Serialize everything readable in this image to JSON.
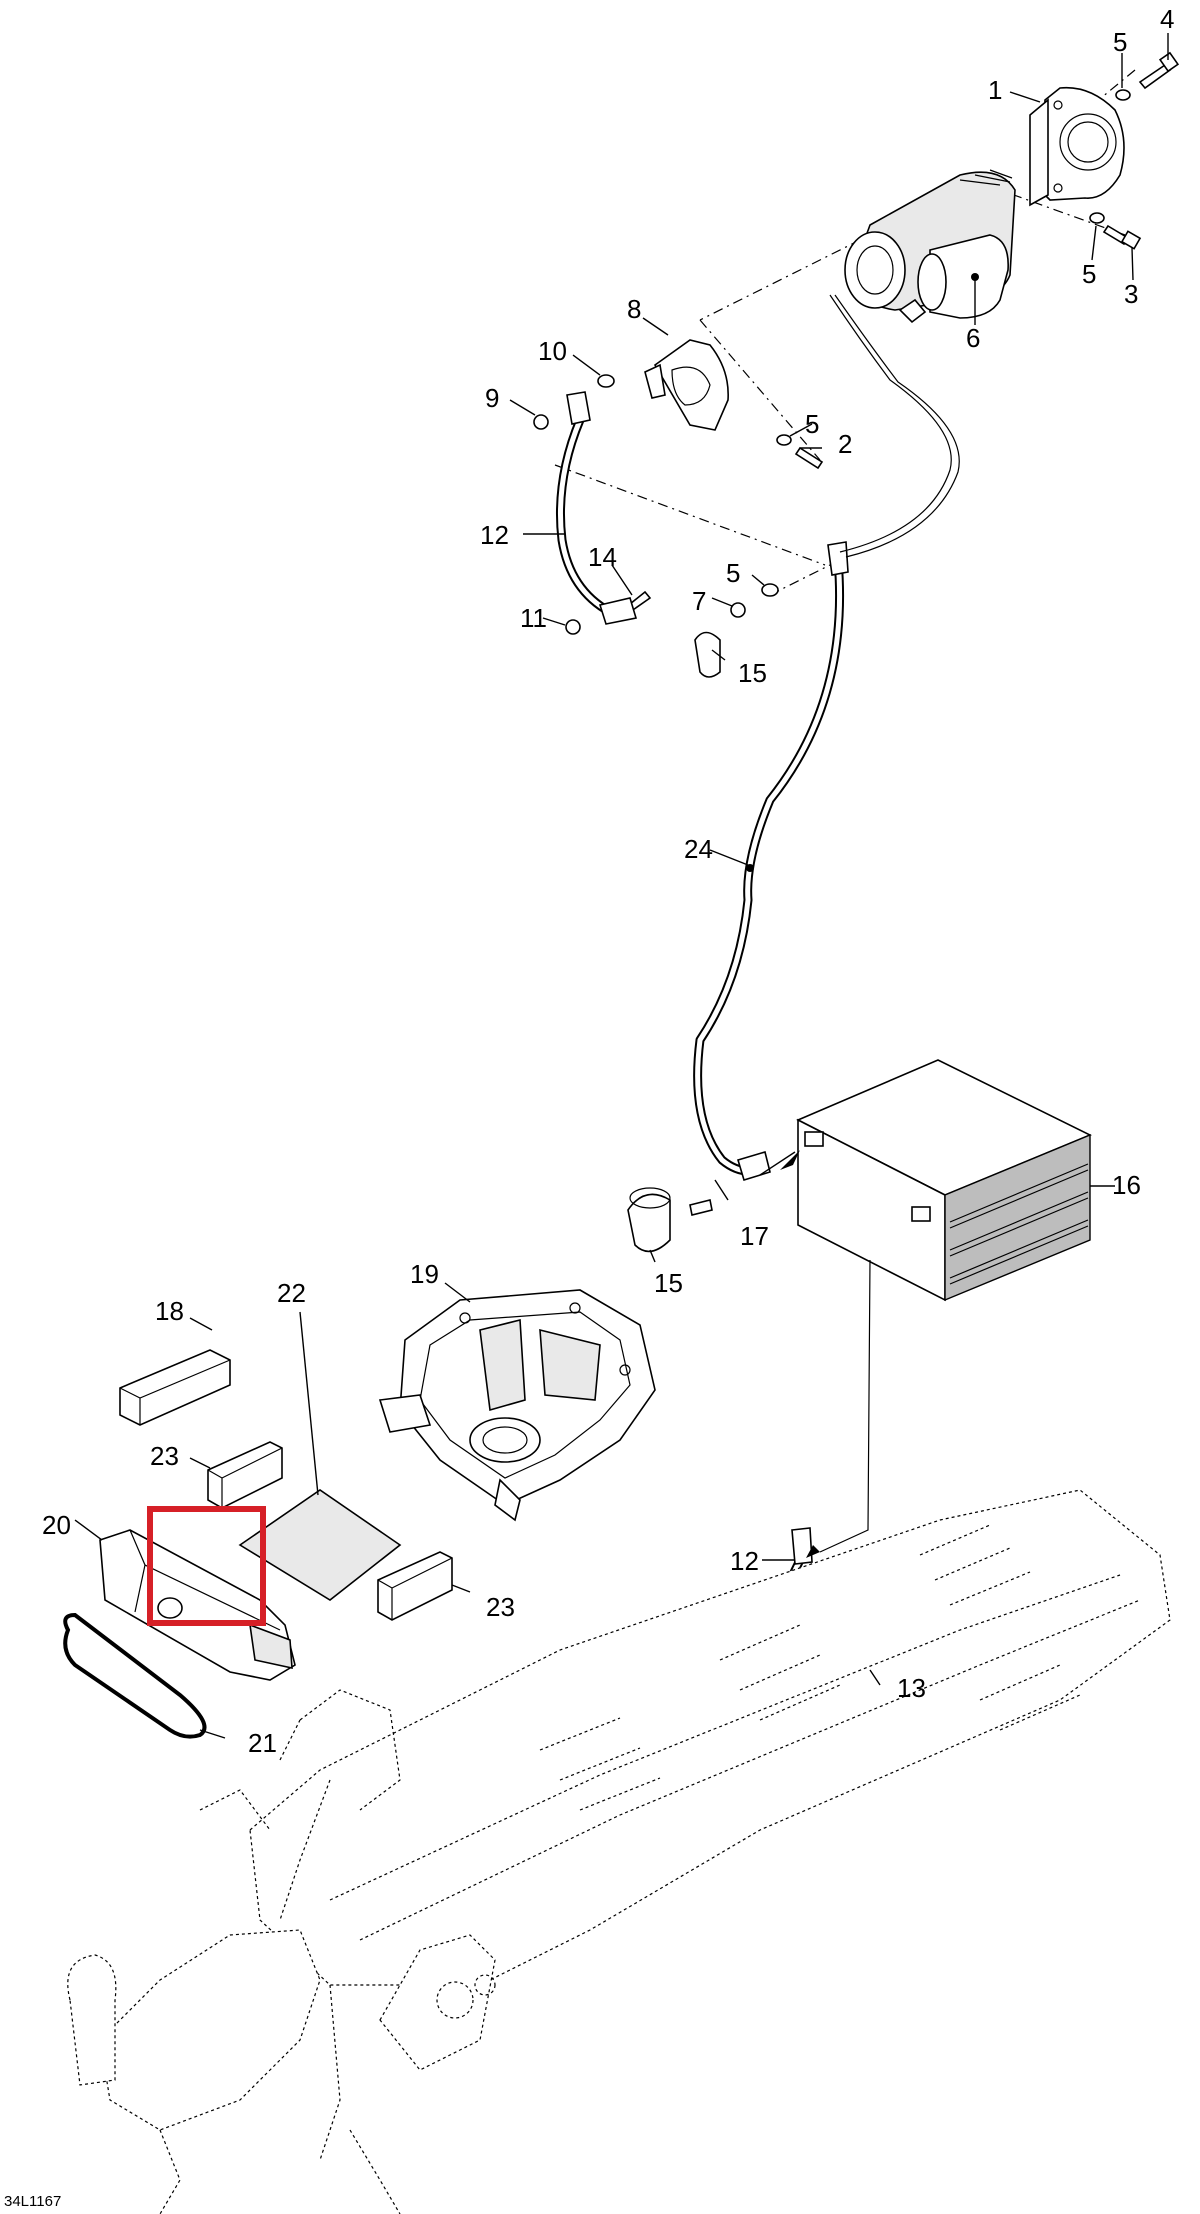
{
  "diagram": {
    "reference_code": "34L1167",
    "callouts": [
      {
        "id": "c1",
        "label": "1"
      },
      {
        "id": "c2",
        "label": "2"
      },
      {
        "id": "c3",
        "label": "3"
      },
      {
        "id": "c4",
        "label": "4"
      },
      {
        "id": "c5a",
        "label": "5"
      },
      {
        "id": "c5b",
        "label": "5"
      },
      {
        "id": "c5c",
        "label": "5"
      },
      {
        "id": "c5d",
        "label": "5"
      },
      {
        "id": "c6",
        "label": "6"
      },
      {
        "id": "c7",
        "label": "7"
      },
      {
        "id": "c8",
        "label": "8"
      },
      {
        "id": "c9",
        "label": "9"
      },
      {
        "id": "c10",
        "label": "10"
      },
      {
        "id": "c11",
        "label": "11"
      },
      {
        "id": "c12a",
        "label": "12"
      },
      {
        "id": "c12b",
        "label": "12"
      },
      {
        "id": "c13",
        "label": "13"
      },
      {
        "id": "c14",
        "label": "14"
      },
      {
        "id": "c15a",
        "label": "15"
      },
      {
        "id": "c15b",
        "label": "15"
      },
      {
        "id": "c16",
        "label": "16"
      },
      {
        "id": "c17",
        "label": "17"
      },
      {
        "id": "c18",
        "label": "18"
      },
      {
        "id": "c19",
        "label": "19"
      },
      {
        "id": "c20",
        "label": "20"
      },
      {
        "id": "c21",
        "label": "21"
      },
      {
        "id": "c22",
        "label": "22"
      },
      {
        "id": "c23a",
        "label": "23"
      },
      {
        "id": "c23b",
        "label": "23"
      },
      {
        "id": "c24",
        "label": "24"
      }
    ],
    "highlight_color": "#d62027"
  }
}
